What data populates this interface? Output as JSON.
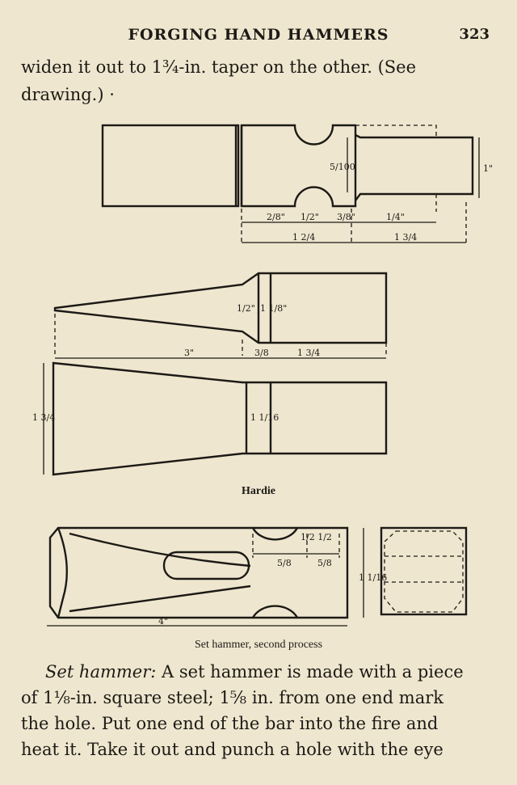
{
  "header": {
    "title": "FORGING HAND HAMMERS",
    "page_number": "323"
  },
  "intro": {
    "line1": "widen it out to 1¾-in. taper on the other. (See",
    "line2": "drawing.) ·"
  },
  "figures": {
    "top_dims": [
      "2/8\"",
      "1/2\"",
      "3/8\"",
      "1/4\"",
      "1 2/4",
      "1 3/4",
      "5/100",
      "1\""
    ],
    "hardie_dims": [
      "3\"",
      "3/8",
      "1 3/4",
      "1/2\"",
      "1 1/8\"",
      "1 1/16",
      "1 3/4"
    ],
    "hardie_caption": "Hardie",
    "set_hammer_dims": [
      "5/8",
      "5/8",
      "4\"",
      "1 1/16",
      "1/2 1/2"
    ],
    "set_hammer_caption": "Set hammer, second process"
  },
  "body": {
    "term": "Set hammer:",
    "line1_rest": " A set hammer is made with a piece",
    "line2": "of 1⅛-in. square steel; 1⅝ in. from one end mark",
    "line3": "the hole.  Put one end of the bar into the fire and",
    "line4": "heat it.  Take it out and punch a hole with the eye"
  }
}
